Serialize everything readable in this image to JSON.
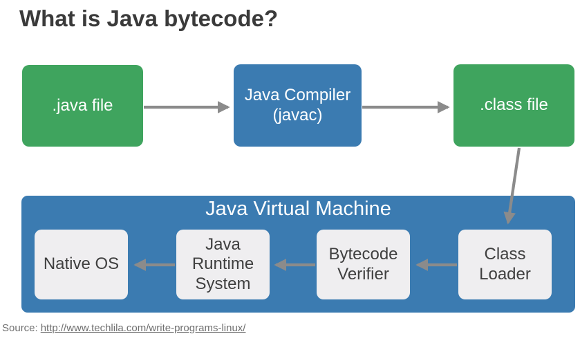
{
  "title": "What is Java bytecode?",
  "diagram": {
    "nodes": {
      "java_file": ".java file",
      "java_compiler": "Java Compiler\n(javac)",
      "class_file": ".class file",
      "jvm_title": "Java Virtual Machine",
      "class_loader": "Class\nLoader",
      "bytecode_verifier": "Bytecode\nVerifier",
      "java_runtime_system": "Java\nRuntime\nSystem",
      "native_os": "Native OS"
    },
    "flow": [
      {
        "from": ".java file",
        "to": "Java Compiler (javac)"
      },
      {
        "from": "Java Compiler (javac)",
        "to": ".class file"
      },
      {
        "from": ".class file",
        "to": "Class Loader"
      },
      {
        "from": "Class Loader",
        "to": "Bytecode Verifier"
      },
      {
        "from": "Bytecode Verifier",
        "to": "Java Runtime System"
      },
      {
        "from": "Java Runtime System",
        "to": "Native OS"
      }
    ],
    "colors": {
      "file_green": "#3fa45e",
      "compiler_blue": "#3b7bb1",
      "jvm_blue": "#3b7bb1",
      "inner_box_gray": "#efeef0",
      "arrow_gray": "#8b8b8b",
      "title_text": "#3a3a3a",
      "source_text": "#6f6f6f"
    }
  },
  "source": {
    "label": "Source:",
    "link_text": "http://www.techlila.com/write-programs-linux/"
  }
}
